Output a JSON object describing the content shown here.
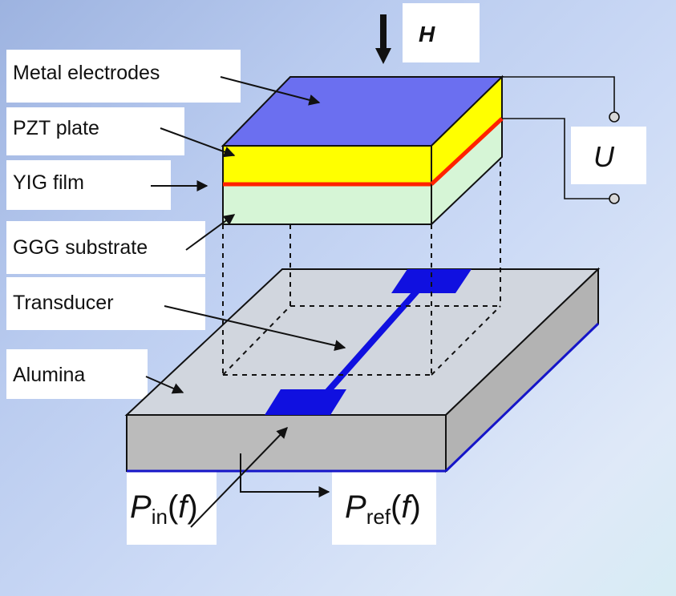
{
  "labels": {
    "metal_electrodes": "Metal electrodes",
    "pzt_plate": "PZT plate",
    "yig_film": "YIG film",
    "ggg_substrate": "GGG substrate",
    "transducer": "Transducer",
    "alumina": "Alumina"
  },
  "field": {
    "symbol": "H"
  },
  "voltage": {
    "symbol": "U"
  },
  "power_in": {
    "symbol": "P",
    "subscript": "in",
    "argument": "(f)"
  },
  "power_ref": {
    "symbol": "P",
    "subscript": "ref",
    "argument": "(f)"
  },
  "colors": {
    "electrode_blue": "#6b6ff0",
    "pzt_yellow": "#ffff00",
    "yig_red": "#ff2200",
    "ggg_green": "#d6f5d6",
    "alumina_top": "#d0d5de",
    "alumina_side": "#b8b8b8",
    "transducer_blue": "#1010e0"
  }
}
